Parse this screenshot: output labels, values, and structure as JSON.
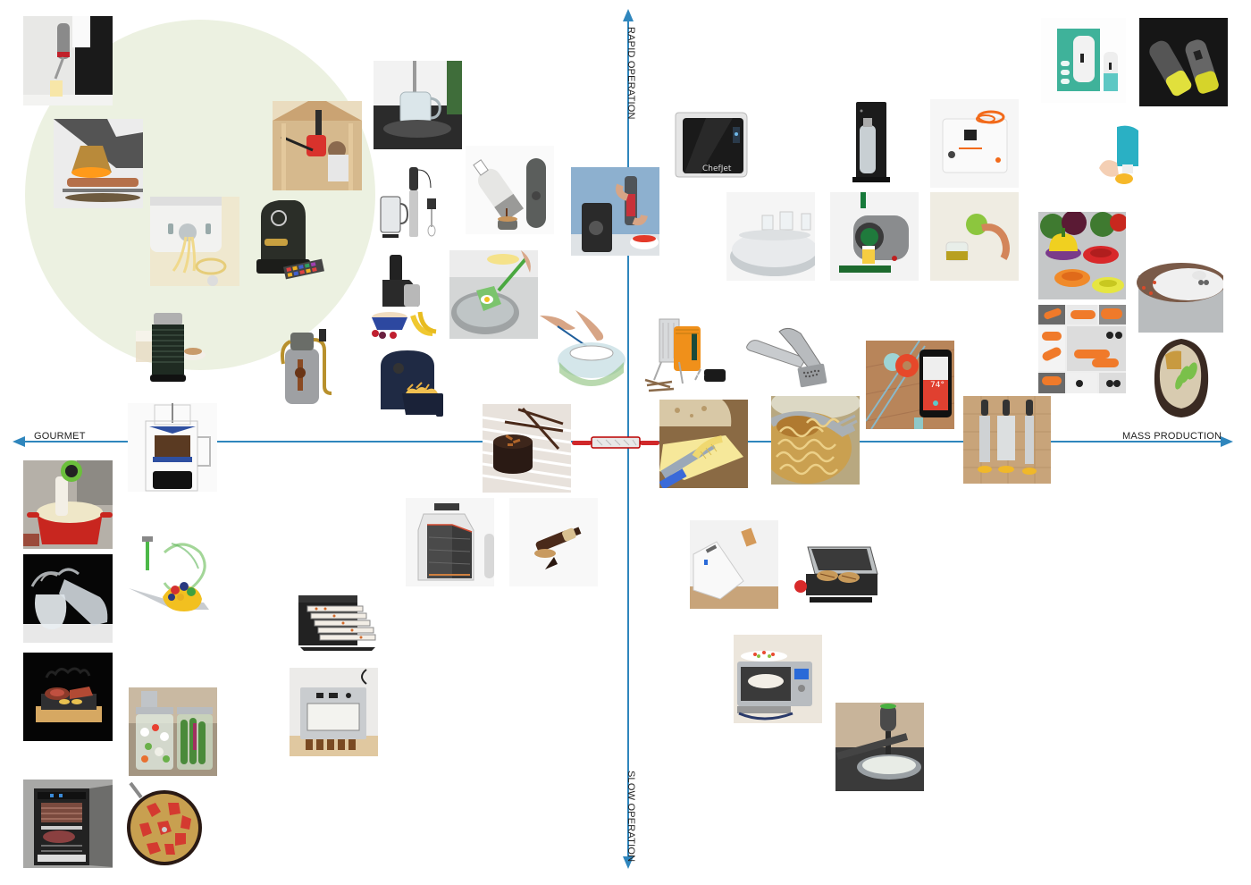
{
  "diagram": {
    "type": "positioning-map",
    "axes": {
      "left": "GOURMET",
      "right": "MASS PRODUCTION",
      "top": "RAPID OPERATION",
      "bottom": "SLOW OPERATION"
    },
    "colors": {
      "axis": "#2f86bd",
      "highlight_cluster": "#ecf1e1"
    },
    "highlight_cluster": {
      "quadrant": "gourmet-rapid",
      "items": [
        "whipping-siphon",
        "heat-lamp-roaster",
        "pasta-maker",
        "smoker-gun",
        "capsule-espresso-machine",
        "milk-frother"
      ]
    },
    "products": [
      {
        "id": "whipping-siphon",
        "quadrant": "gourmet-rapid"
      },
      {
        "id": "heat-lamp-roaster",
        "quadrant": "gourmet-rapid"
      },
      {
        "id": "pasta-maker",
        "quadrant": "gourmet-rapid"
      },
      {
        "id": "smoker-gun",
        "quadrant": "gourmet-rapid"
      },
      {
        "id": "capsule-espresso-machine",
        "quadrant": "gourmet-rapid"
      },
      {
        "id": "milk-frother",
        "quadrant": "gourmet-rapid"
      },
      {
        "id": "growler-keg",
        "quadrant": "gourmet-rapid"
      },
      {
        "id": "kettle-base",
        "quadrant": "gourmet-rapid"
      },
      {
        "id": "immersion-blender-set",
        "quadrant": "gourmet-rapid"
      },
      {
        "id": "portable-espresso",
        "quadrant": "gourmet-rapid"
      },
      {
        "id": "vacuum-blender",
        "quadrant": "gourmet-rapid"
      },
      {
        "id": "frozen-fruit-dessert-maker",
        "quadrant": "gourmet-rapid"
      },
      {
        "id": "egg-poacher",
        "quadrant": "gourmet-rapid"
      },
      {
        "id": "salad-spinner",
        "quadrant": "gourmet-rapid"
      },
      {
        "id": "air-fryer",
        "quadrant": "gourmet-rapid"
      },
      {
        "id": "cold-brew-coffee-maker",
        "quadrant": "gourmet-axis"
      },
      {
        "id": "chocolate-cake-mold",
        "quadrant": "center"
      },
      {
        "id": "rolling-pin",
        "quadrant": "center"
      },
      {
        "id": "sous-vide-circulator",
        "quadrant": "gourmet-slow"
      },
      {
        "id": "smoking-cloche",
        "quadrant": "gourmet-slow"
      },
      {
        "id": "aroma-fork",
        "quadrant": "gourmet-slow"
      },
      {
        "id": "hot-stone-grill",
        "quadrant": "gourmet-slow"
      },
      {
        "id": "fermentation-jars",
        "quadrant": "gourmet-slow"
      },
      {
        "id": "dry-aging-fridge",
        "quadrant": "gourmet-slow"
      },
      {
        "id": "infusion-pot",
        "quadrant": "gourmet-slow"
      },
      {
        "id": "food-dehydrator",
        "quadrant": "gourmet-slow"
      },
      {
        "id": "home-brewing-machine",
        "quadrant": "gourmet-slow"
      },
      {
        "id": "insulated-cooker",
        "quadrant": "gourmet-slow"
      },
      {
        "id": "chocolate-pen",
        "quadrant": "gourmet-slow"
      },
      {
        "id": "food-3d-printer",
        "quadrant": "mass-rapid",
        "label": "ChefJet"
      },
      {
        "id": "soda-maker",
        "quadrant": "mass-rapid"
      },
      {
        "id": "instant-noodle-machine",
        "quadrant": "mass-rapid"
      },
      {
        "id": "energy-inhaler",
        "quadrant": "mass-rapid"
      },
      {
        "id": "salt-pepper-mills",
        "quadrant": "mass-rapid"
      },
      {
        "id": "egg-separator",
        "quadrant": "mass-rapid"
      },
      {
        "id": "levitating-tray",
        "quadrant": "mass-rapid"
      },
      {
        "id": "beer-tap-dispenser",
        "quadrant": "mass-rapid"
      },
      {
        "id": "citrus-spray",
        "quadrant": "mass-rapid"
      },
      {
        "id": "food-huggers",
        "quadrant": "mass-rapid"
      },
      {
        "id": "pot-lid-steamer",
        "quadrant": "mass-rapid"
      },
      {
        "id": "sushi-mold-set",
        "quadrant": "mass-rapid"
      },
      {
        "id": "onigiri",
        "quadrant": "mass-rapid"
      },
      {
        "id": "camp-stove-charger",
        "quadrant": "mass-rapid"
      },
      {
        "id": "garlic-press",
        "quadrant": "mass-rapid"
      },
      {
        "id": "smart-thermometer",
        "quadrant": "mass-rapid",
        "label": "74°"
      },
      {
        "id": "butter-curler-knife",
        "quadrant": "mass-axis"
      },
      {
        "id": "noodle-spork",
        "quadrant": "mass-axis"
      },
      {
        "id": "zester-graters",
        "quadrant": "mass-axis"
      },
      {
        "id": "vertical-toaster",
        "quadrant": "mass-slow"
      },
      {
        "id": "panini-press",
        "quadrant": "mass-slow"
      },
      {
        "id": "toaster-oven",
        "quadrant": "mass-slow"
      },
      {
        "id": "auto-stirrer",
        "quadrant": "mass-slow"
      }
    ],
    "printed_text": {
      "food_3d_printer_brand": "ChefJet",
      "thermometer_reading": "74°"
    }
  }
}
